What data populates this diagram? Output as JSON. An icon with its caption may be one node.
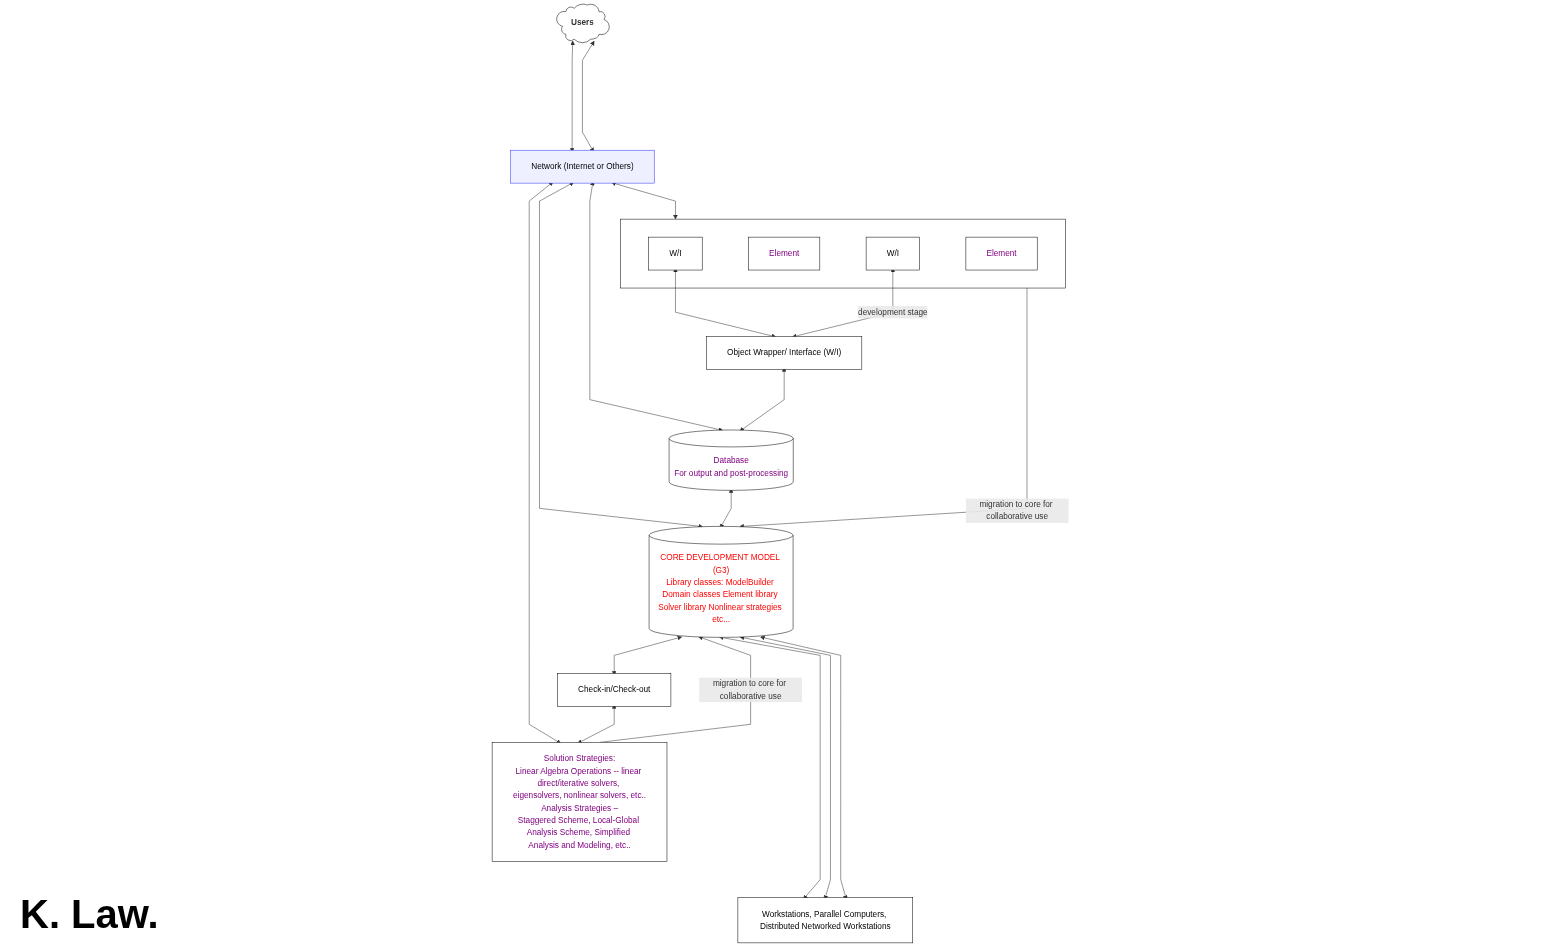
{
  "diagram": {
    "nodes": [
      {
        "text": [
          "Users"
        ]
      },
      {
        "text": [
          "Network (Internet or Others)"
        ]
      },
      {
        "text": [],
        "shape": "box"
      },
      {
        "text": [
          "W/I"
        ],
        "in": 2
      },
      {
        "text": [
          "Element"
        ],
        "in": 2
      },
      {
        "text": [
          "W/I"
        ],
        "in": 2
      },
      {
        "text": [
          "Element"
        ],
        "in": 2
      },
      {
        "text": [
          "Object Wrapper/ Interface (W/I)"
        ]
      },
      {
        "text": [
          "CORE DEVELOPMENT MODEL (G3)",
          "Library classes: ModelBuilder Domain classes Element library Solver library Nonlinear strategies etc..."
        ]
      },
      {
        "text": [
          "Check-in/Check-out"
        ]
      },
      {
        "text": [
          "Solution Strategies:",
          "Linear Algebra Operations -- linear direct/iterative solvers, eigensolvers, nonlinear solvers, etc..",
          "Analysis Strategies –",
          "Staggered Scheme, Local-Global Analysis Scheme, Simplified Analysis and Modeling, etc.."
        ]
      },
      {
        "text": [
          "Database",
          "For output and post-processing"
        ]
      },
      {
        "text": [
          "Workstations, Parallel Computers, Distributed Networked Workstations"
        ]
      }
    ],
    "edges": [
      {
        "from": 0,
        "to": 1,
        "arrow": "both"
      },
      {
        "from": 0,
        "to": 1,
        "arrow": "both"
      },
      {
        "from": 1,
        "to": 2,
        "arrow": "both"
      },
      {
        "from": 1,
        "to": 8,
        "arrow": "both"
      },
      {
        "from": 1,
        "to": 10,
        "arrow": "both"
      },
      {
        "from": 1,
        "to": 11,
        "arrow": "both"
      },
      {
        "from": 3,
        "to": 7,
        "arrow": "both"
      },
      {
        "from": 5,
        "to": 7,
        "arrow": "both",
        "label": "development stage"
      },
      {
        "from": 2,
        "to": 8,
        "arrow": "to",
        "label": "migration to core for collaborative use"
      },
      {
        "from": 7,
        "to": 11,
        "arrow": "both"
      },
      {
        "from": 11,
        "to": 8,
        "arrow": "both"
      },
      {
        "from": 8,
        "to": 9,
        "arrow": "both"
      },
      {
        "from": 9,
        "to": 10,
        "arrow": "both"
      },
      {
        "from": 10,
        "to": 8,
        "arrow": "to",
        "label": "migration to core for collaborative use"
      },
      {
        "from": 8,
        "to": 12,
        "arrow": "both"
      },
      {
        "from": 8,
        "to": 12,
        "arrow": "both"
      },
      {
        "from": 8,
        "to": 12,
        "arrow": "both"
      }
    ],
    "labels": [
      "K. Law."
    ]
  }
}
